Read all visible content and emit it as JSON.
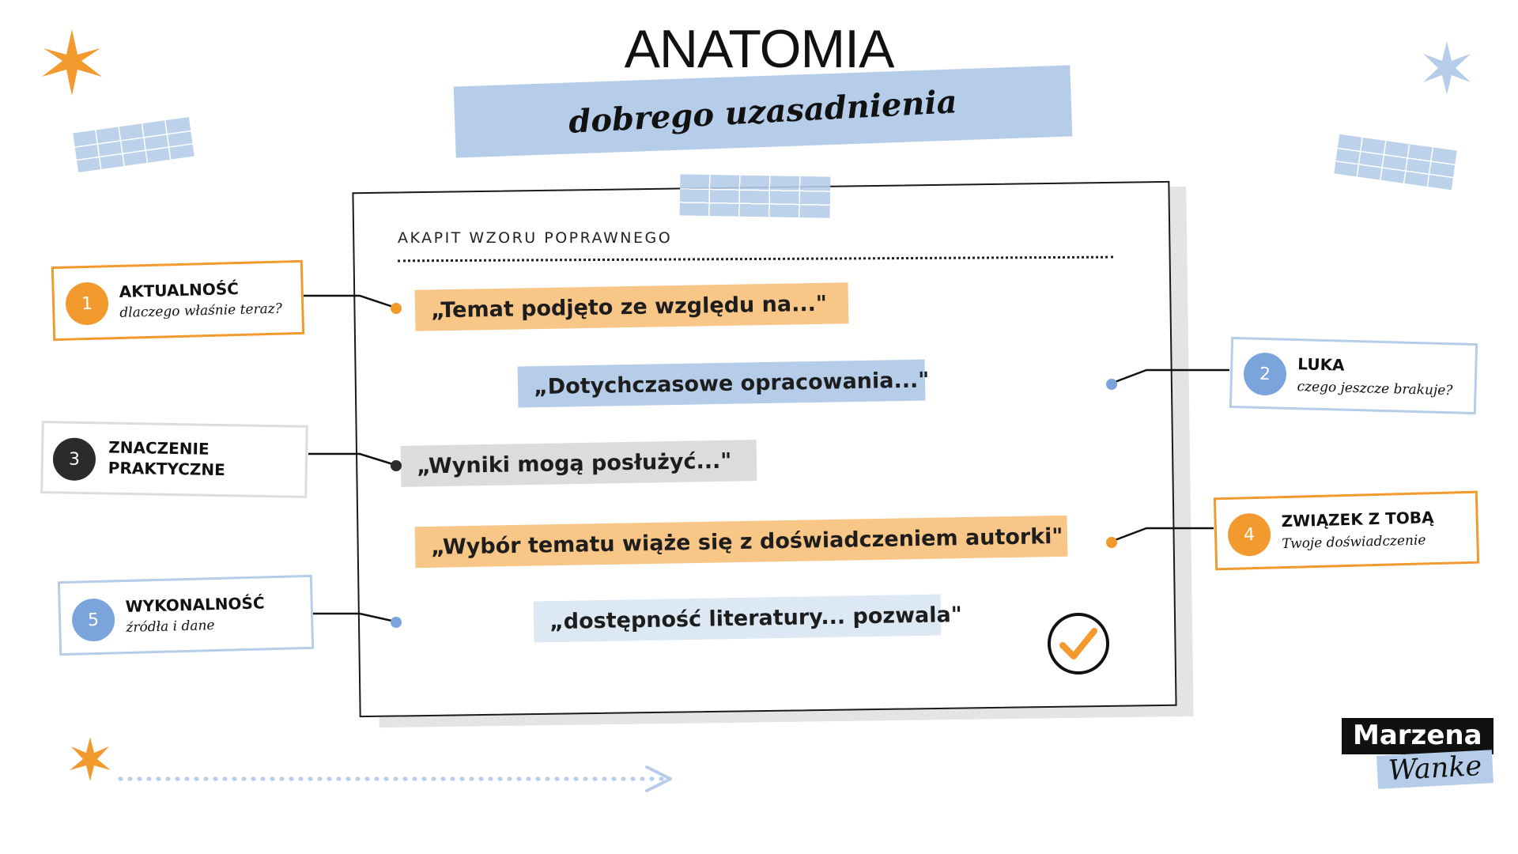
{
  "header": {
    "title": "ANATOMIA",
    "subtitle": "dobrego uzasadnienia"
  },
  "paper": {
    "section_label": "AKAPIT WZORU POPRAWNEGO",
    "sentences": [
      {
        "text": "„Temat podjęto ze względu na...\"",
        "color": "#f8c686"
      },
      {
        "text": "„Dotychczasowe opracowania...\"",
        "color": "#b5cde8"
      },
      {
        "text": "„Wyniki mogą posłużyć...\"",
        "color": "#dcdcdc"
      },
      {
        "text": "„Wybór tematu wiąże się z doświadczeniem autorki\"",
        "color": "#f8c686"
      },
      {
        "text": "„dostępność literatury... pozwala\"",
        "color": "#dce8f4"
      }
    ]
  },
  "criteria": [
    {
      "number": "1",
      "title": "AKTUALNOŚĆ",
      "subtitle": "dlaczego właśnie teraz?",
      "color": "#f29a2e"
    },
    {
      "number": "2",
      "title": "LUKA",
      "subtitle": "czego jeszcze brakuje?",
      "color": "#7ba3dc"
    },
    {
      "number": "3",
      "title": "ZNACZENIE PRAKTYCZNE",
      "subtitle": "",
      "color": "#2b2b2b"
    },
    {
      "number": "4",
      "title": "ZWIĄZEK Z TOBĄ",
      "subtitle": "Twoje doświadczenie",
      "color": "#f29a2e"
    },
    {
      "number": "5",
      "title": "WYKONALNOŚĆ",
      "subtitle": "źródła i dane",
      "color": "#7ba3dc"
    }
  ],
  "logo": {
    "line1": "Marzena",
    "line2": "Wanke"
  },
  "colors": {
    "orange": "#f29a2e",
    "blue": "#7ba3dc",
    "tape_blue": "#b5cde8",
    "dark": "#2b2b2b"
  },
  "icons": [
    "star-icon",
    "check-icon",
    "arrow-icon"
  ]
}
